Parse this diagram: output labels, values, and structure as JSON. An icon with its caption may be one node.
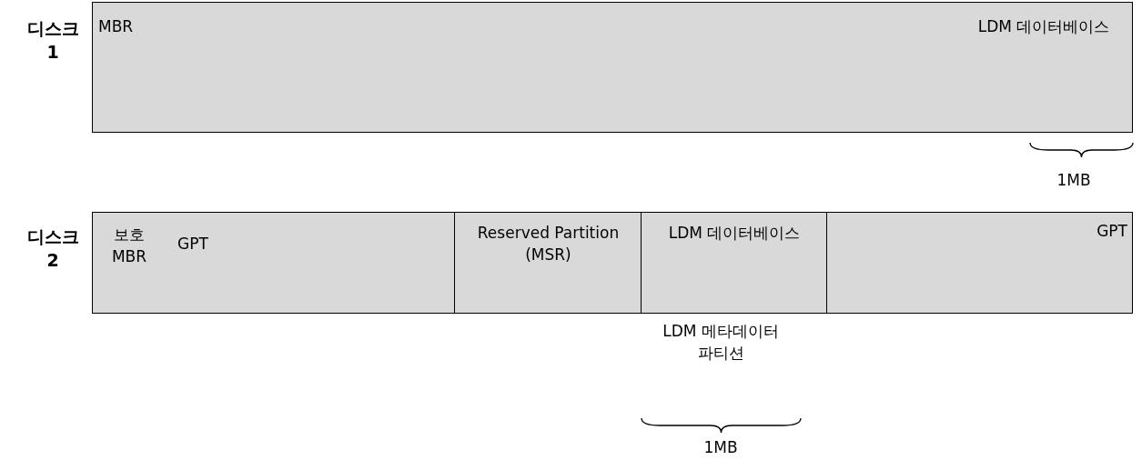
{
  "diagram": {
    "nodes": [
      {
        "text": [
          "디스크 1",
          "MBR",
          "LDM 데이터베이스"
        ]
      },
      {
        "text": [
          "디스크 2"
        ]
      },
      {
        "text": [
          "보호 MBR",
          "GPT"
        ],
        "in": 1
      },
      {
        "text": [
          "Reserved Partition (MSR)"
        ],
        "in": 1
      },
      {
        "text": [
          "LDM 데이터베이스"
        ],
        "in": 1
      },
      {
        "text": [
          "GPT"
        ],
        "in": 1
      }
    ],
    "edges": [],
    "labels": [
      "1MB",
      "LDM 메타데이터 파티션",
      "1MB"
    ]
  }
}
